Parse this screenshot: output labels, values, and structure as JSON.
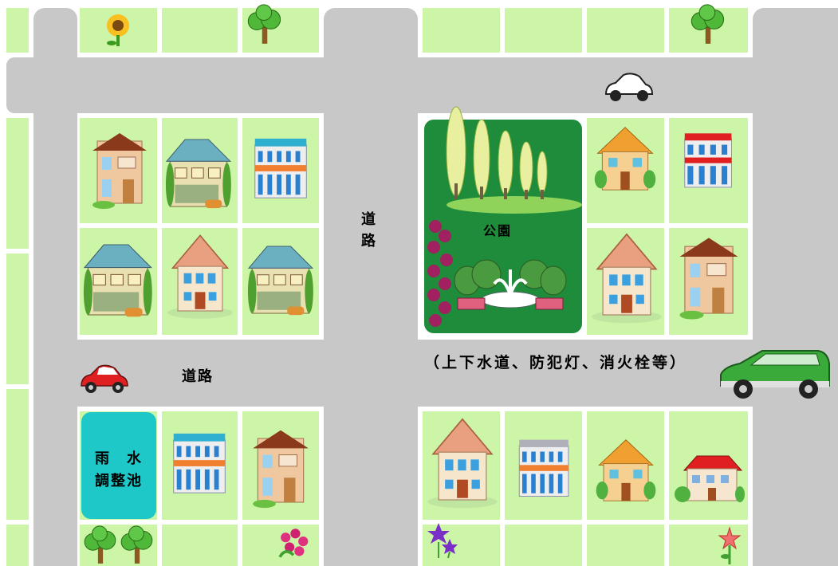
{
  "map": {
    "labels": {
      "road_vertical": "道路",
      "road_horizontal": "道路",
      "park": "公園",
      "infrastructure": "（上下水道、防犯灯、消火栓等）",
      "retention_pond_line1": "雨　水",
      "retention_pond_line2": "調整池"
    },
    "colors": {
      "road": "#c8c8c8",
      "lot": "#ccf5a8",
      "park": "#1e8c3a",
      "pond": "#1ec8c8",
      "background": "#ffffff"
    },
    "icons": [
      "sunflower-icon",
      "tree-icon",
      "house-icon",
      "car-icon",
      "van-icon",
      "flower-icon",
      "fountain-icon",
      "poplar-trees-icon"
    ]
  }
}
